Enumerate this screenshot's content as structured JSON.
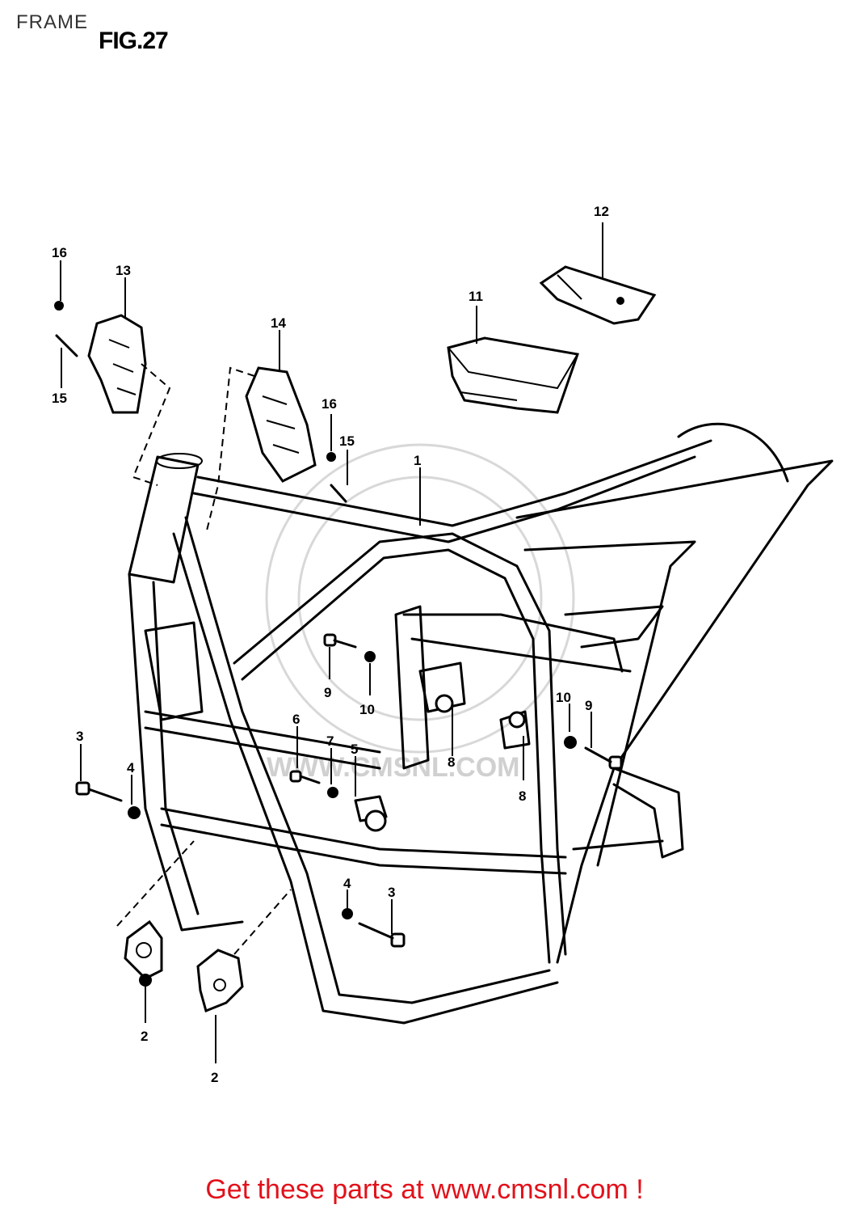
{
  "header": {
    "caption": "FRAME",
    "figure_label": "FIG.27"
  },
  "callouts": [
    {
      "id": "c1",
      "text": "1"
    },
    {
      "id": "c2a",
      "text": "2"
    },
    {
      "id": "c2b",
      "text": "2"
    },
    {
      "id": "c3a",
      "text": "3"
    },
    {
      "id": "c3b",
      "text": "3"
    },
    {
      "id": "c4a",
      "text": "4"
    },
    {
      "id": "c4b",
      "text": "4"
    },
    {
      "id": "c5",
      "text": "5"
    },
    {
      "id": "c6",
      "text": "6"
    },
    {
      "id": "c7",
      "text": "7"
    },
    {
      "id": "c8a",
      "text": "8"
    },
    {
      "id": "c8b",
      "text": "8"
    },
    {
      "id": "c9a",
      "text": "9"
    },
    {
      "id": "c9b",
      "text": "9"
    },
    {
      "id": "c10a",
      "text": "10"
    },
    {
      "id": "c10b",
      "text": "10"
    },
    {
      "id": "c11",
      "text": "11"
    },
    {
      "id": "c12",
      "text": "12"
    },
    {
      "id": "c13",
      "text": "13"
    },
    {
      "id": "c14",
      "text": "14"
    },
    {
      "id": "c15a",
      "text": "15"
    },
    {
      "id": "c15b",
      "text": "15"
    },
    {
      "id": "c16a",
      "text": "16"
    },
    {
      "id": "c16b",
      "text": "16"
    }
  ],
  "footer": {
    "text": "Get these parts at www.cmsnl.com !",
    "color": "#e2111a"
  }
}
